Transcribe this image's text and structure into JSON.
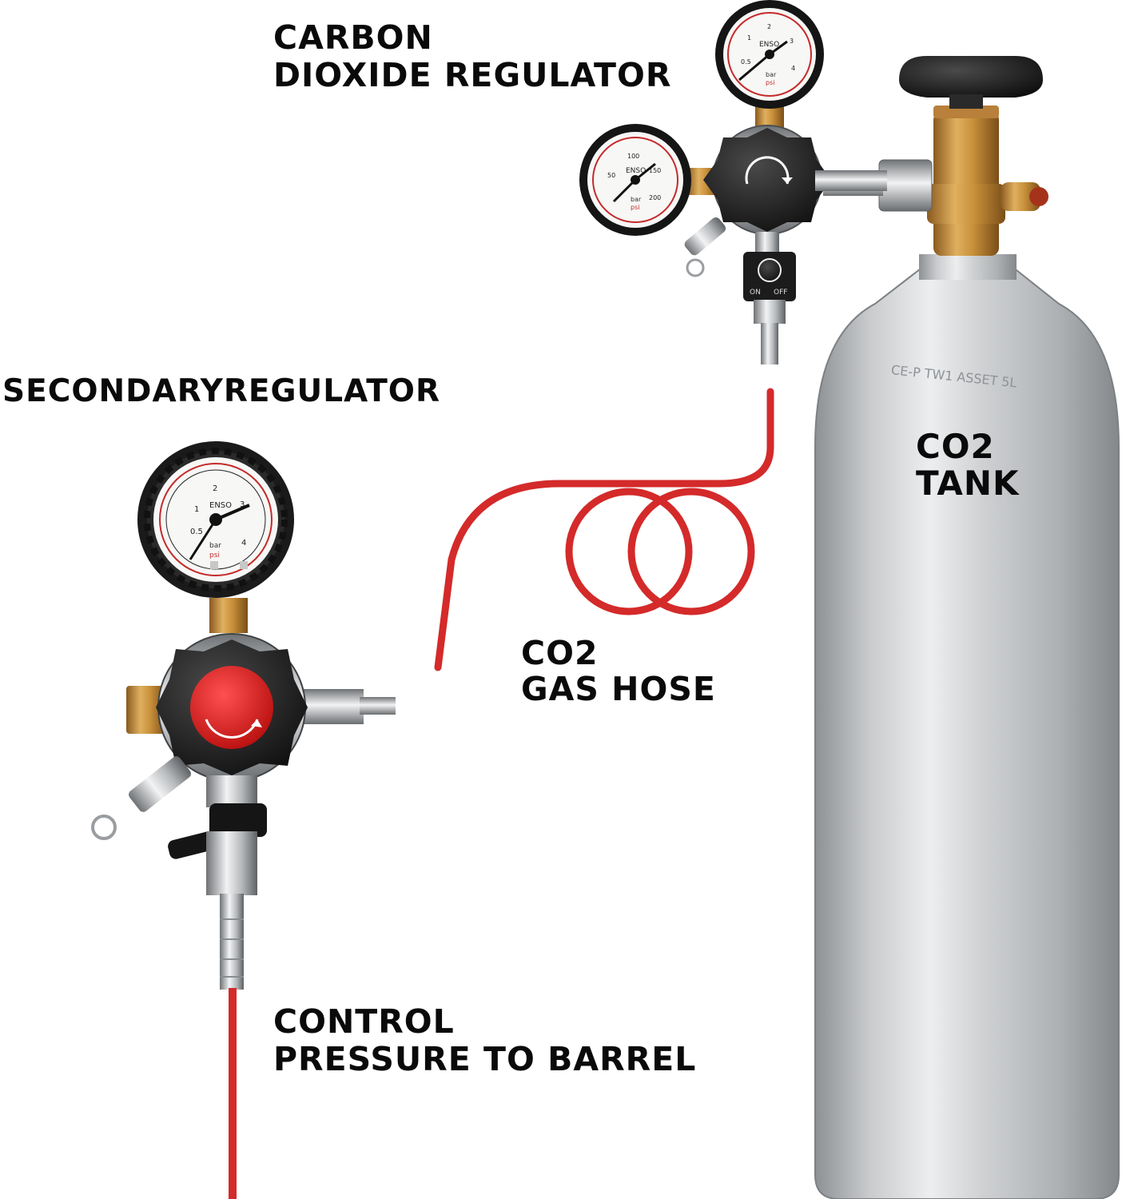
{
  "labels": {
    "primary_regulator": {
      "line1": "CARBON",
      "line2": "DIOXIDE REGULATOR"
    },
    "secondary_regulator": {
      "line1": "SECONDARYREGULATOR"
    },
    "tank": {
      "line1": "CO2",
      "line2": "TANK"
    },
    "hose": {
      "line1": "CO2",
      "line2": "GAS HOSE"
    },
    "control": {
      "line1": "CONTROL",
      "line2": "PRESSURE TO BARREL"
    }
  },
  "gauges": {
    "primary_low": {
      "brand": "ENSO",
      "units_top": "bar",
      "units_bottom": "psi",
      "ticks": [
        "0.5",
        "1",
        "2",
        "3",
        "4"
      ]
    },
    "primary_high": {
      "brand": "ENSO",
      "units_top": "bar",
      "units_bottom": "psi",
      "ticks": [
        "50",
        "100",
        "150",
        "200"
      ]
    },
    "secondary": {
      "brand": "ENSO",
      "units_top": "bar",
      "units_bottom": "psi",
      "ticks": [
        "0.5",
        "1",
        "2",
        "3",
        "4"
      ]
    }
  },
  "valve": {
    "on": "ON",
    "off": "OFF"
  },
  "tank_stamp": "CE-P TW1 ASSET 5L",
  "colors": {
    "hose": "#d42a2a",
    "knob_red": "#e02020",
    "knob_black": "#1a1a1a",
    "brass": "#c8963a",
    "aluminum": "#c4c6c8"
  },
  "icons": {
    "knob_arrow": "rotation-arrow"
  }
}
